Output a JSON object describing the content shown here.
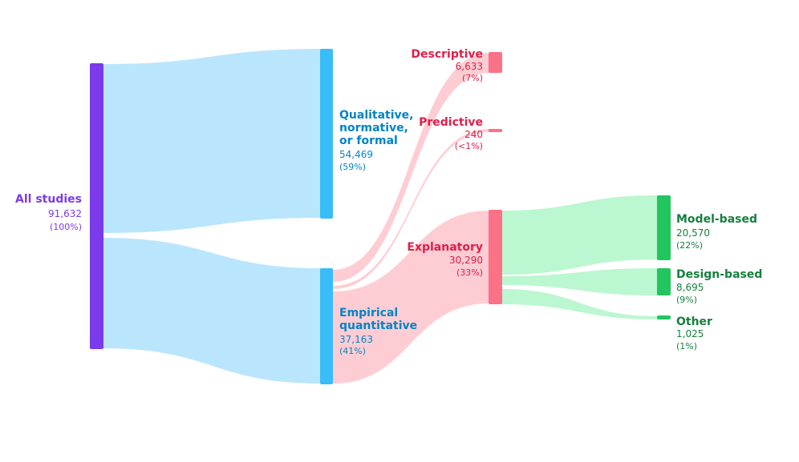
{
  "colors": {
    "all": "#7c3aed",
    "all_text": "#7c3aed",
    "qual": "#38bdf8",
    "qual_text": "#0284c7",
    "emp": "#38bdf8",
    "emp_text": "#0284c7",
    "link_blue": "#bae6fd",
    "red_node": "#fb7185",
    "red_text": "#e11d48",
    "link_pink": "#fecdd3",
    "green_node": "#22c55e",
    "green_text": "#15803d",
    "link_green": "#bbf7d0"
  },
  "nodes": {
    "all": {
      "name": "All studies",
      "value": "91,632",
      "pct": "(100%)"
    },
    "qual": {
      "name_lines": [
        "Qualitative,",
        "normative,",
        "or formal"
      ],
      "value": "54,469",
      "pct": "(59%)"
    },
    "emp": {
      "name_lines": [
        "Empirical",
        "quantitative"
      ],
      "value": "37,163",
      "pct": "(41%)"
    },
    "desc": {
      "name": "Descriptive",
      "value": "6,633",
      "pct": "(7%)"
    },
    "pred": {
      "name": "Predictive",
      "value": "240",
      "pct": "(<1%)"
    },
    "expl": {
      "name": "Explanatory",
      "value": "30,290",
      "pct": "(33%)"
    },
    "model": {
      "name": "Model-based",
      "value": "20,570",
      "pct": "(22%)"
    },
    "design": {
      "name": "Design-based",
      "value": "8,695",
      "pct": "(9%)"
    },
    "other": {
      "name": "Other",
      "value": "1,025",
      "pct": "(1%)"
    }
  }
}
